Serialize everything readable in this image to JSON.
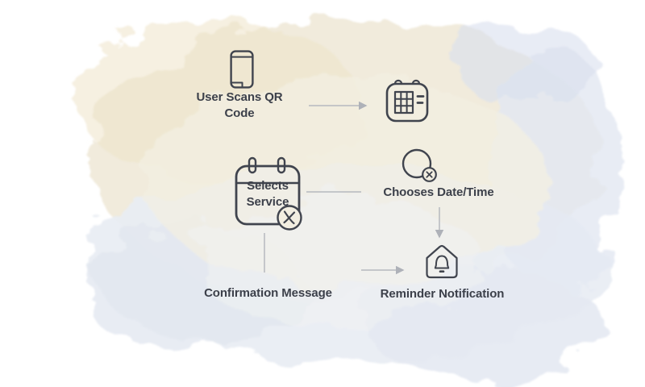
{
  "diagram": {
    "description": "Hand-drawn style booking flow diagram on a watercolor wash background",
    "nodes": [
      {
        "id": "user-scans",
        "icon": "smartphone-icon",
        "label": "User Scans QR Code"
      },
      {
        "id": "booking-calendar",
        "icon": "calendar-grid-icon",
        "label": ""
      },
      {
        "id": "chooses-datetime",
        "icon": "clock-badge-icon",
        "label": "Chooses Date/Time"
      },
      {
        "id": "selects-service",
        "icon": "calendar-x-icon",
        "label": "Selects Service"
      },
      {
        "id": "confirmation",
        "icon": "none",
        "label": "Confirmation Message"
      },
      {
        "id": "reminder",
        "icon": "house-bell-icon",
        "label": "Reminder Notification"
      }
    ],
    "connectors": [
      {
        "from": "user-scans",
        "to": "booking-calendar",
        "arrow": true
      },
      {
        "from": "user-scans-branch",
        "to": "down",
        "arrow": false
      },
      {
        "from": "selects-service",
        "to": "chooses-datetime",
        "arrow": false
      },
      {
        "from": "selects-service",
        "to": "confirmation",
        "arrow": false
      },
      {
        "from": "chooses-datetime",
        "to": "reminder",
        "arrow": true
      },
      {
        "from": "confirmation",
        "to": "reminder",
        "arrow": true
      }
    ],
    "colors": {
      "ink": "#3c404a",
      "connector_line": "#b6b9bf",
      "wash_cream": "#efe9d8",
      "wash_warm": "#eee3c9",
      "wash_blue": "#e3e8f1",
      "background": "#ffffff"
    }
  }
}
